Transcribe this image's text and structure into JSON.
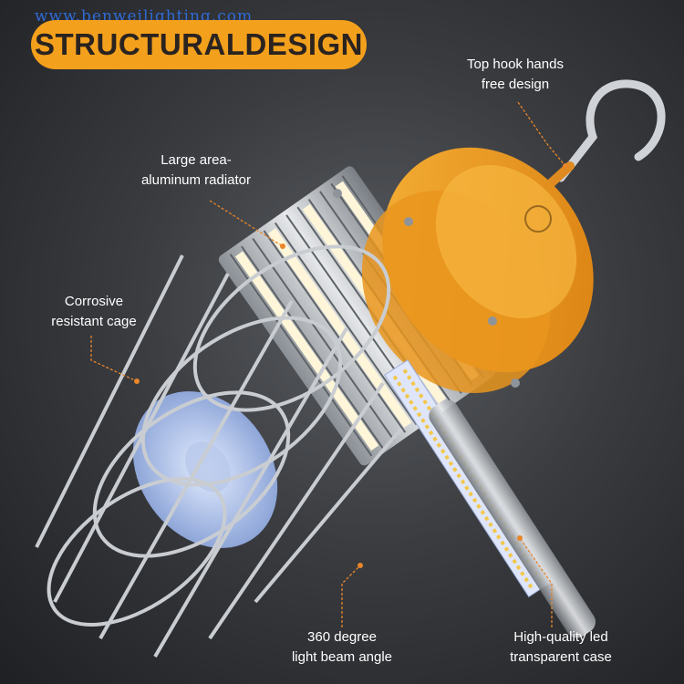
{
  "watermark": "www.benweilighting.com",
  "title": "STRUCTURALDESIGN",
  "callouts": {
    "hook": [
      "Top hook hands",
      "free design"
    ],
    "radiator": [
      "Large area-",
      "aluminum radiator"
    ],
    "cage": [
      "Corrosive",
      "resistant cage"
    ],
    "beam": [
      "360 degree",
      "light beam angle"
    ],
    "case": [
      "High-quality led",
      "transparent case"
    ]
  },
  "colors": {
    "accent": "#f3a01c",
    "background": "#3a3c40",
    "leader": "#e9862a"
  }
}
